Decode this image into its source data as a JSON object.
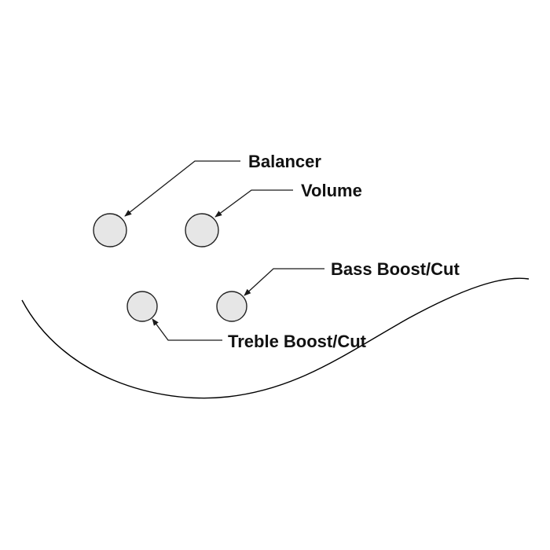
{
  "diagram": {
    "labels": {
      "balancer": "Balancer",
      "volume": "Volume",
      "bass": "Bass Boost/Cut",
      "treble": "Treble Boost/Cut"
    },
    "colors": {
      "knob_fill": "#e6e6e6",
      "knob_stroke": "#222222",
      "line": "#1a1a1a"
    }
  }
}
